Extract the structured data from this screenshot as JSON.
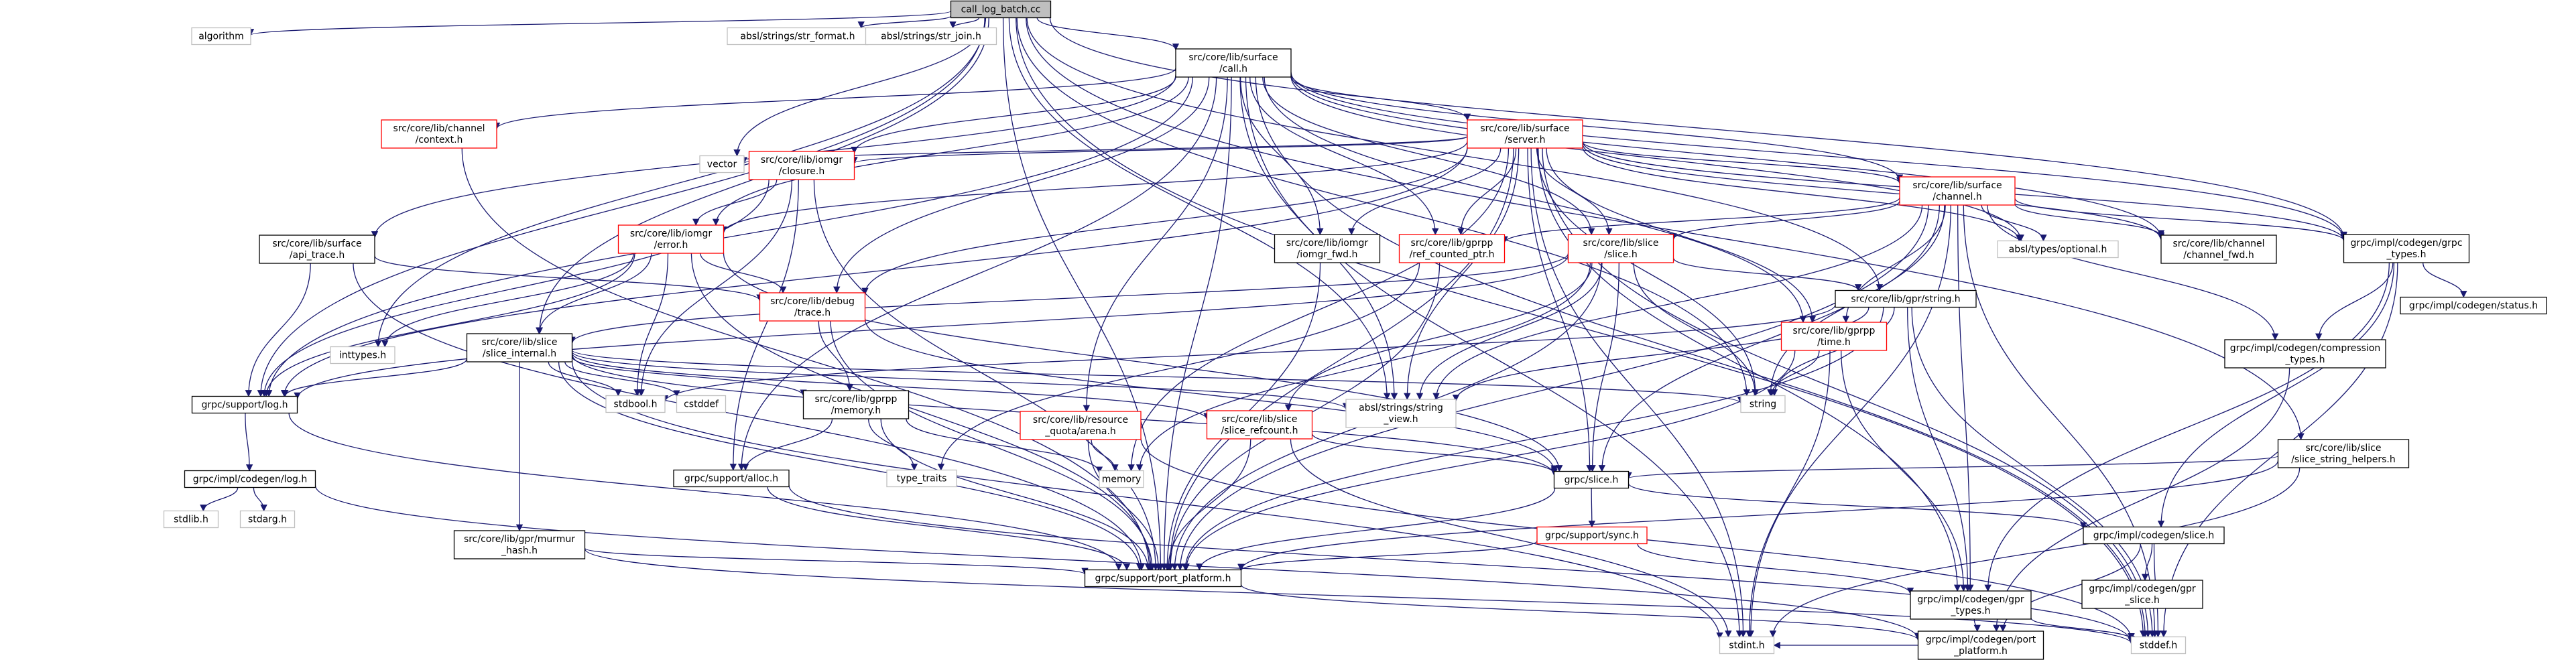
{
  "colors": {
    "edge": "#191970",
    "root_fill": "#bfbfbf",
    "box_border": "#000000",
    "highlight_border": "#ff0000",
    "leaf_border": "#bfbfbf",
    "background": "#ffffff"
  },
  "nodes": [
    {
      "id": "root",
      "lines": [
        "call_log_batch.cc"
      ],
      "style": "root"
    },
    {
      "id": "algorithm",
      "lines": [
        "algorithm"
      ],
      "style": "gray"
    },
    {
      "id": "strfmt",
      "lines": [
        "absl/strings/str_format.h"
      ],
      "style": "gray"
    },
    {
      "id": "strjoin",
      "lines": [
        "absl/strings/str_join.h"
      ],
      "style": "gray"
    },
    {
      "id": "call",
      "lines": [
        "src/core/lib/surface",
        "/call.h"
      ],
      "style": "black"
    },
    {
      "id": "server",
      "lines": [
        "src/core/lib/surface",
        "/server.h"
      ],
      "style": "red"
    },
    {
      "id": "chctx",
      "lines": [
        "src/core/lib/channel",
        "/context.h"
      ],
      "style": "red"
    },
    {
      "id": "apitrace",
      "lines": [
        "src/core/lib/surface",
        "/api_trace.h"
      ],
      "style": "black"
    },
    {
      "id": "inttypes",
      "lines": [
        "inttypes.h"
      ],
      "style": "gray"
    },
    {
      "id": "log",
      "lines": [
        "grpc/support/log.h"
      ],
      "style": "black"
    },
    {
      "id": "closure",
      "lines": [
        "src/core/lib/iomgr",
        "/closure.h"
      ],
      "style": "red"
    },
    {
      "id": "vector",
      "lines": [
        "vector"
      ],
      "style": "gray"
    },
    {
      "id": "error",
      "lines": [
        "src/core/lib/iomgr",
        "/error.h"
      ],
      "style": "red"
    },
    {
      "id": "channel",
      "lines": [
        "src/core/lib/surface",
        "/channel.h"
      ],
      "style": "red"
    },
    {
      "id": "iomgrfwd",
      "lines": [
        "src/core/lib/iomgr",
        "/iomgr_fwd.h"
      ],
      "style": "black"
    },
    {
      "id": "refptr",
      "lines": [
        "src/core/lib/gprpp",
        "/ref_counted_ptr.h"
      ],
      "style": "red"
    },
    {
      "id": "slice",
      "lines": [
        "src/core/lib/slice",
        "/slice.h"
      ],
      "style": "red"
    },
    {
      "id": "optional",
      "lines": [
        "absl/types/optional.h"
      ],
      "style": "gray"
    },
    {
      "id": "chfwd",
      "lines": [
        "src/core/lib/channel",
        "/channel_fwd.h"
      ],
      "style": "black"
    },
    {
      "id": "grpctypes",
      "lines": [
        "grpc/impl/codegen/grpc",
        "_types.h"
      ],
      "style": "black"
    },
    {
      "id": "sliceint",
      "lines": [
        "src/core/lib/slice",
        "/slice_internal.h"
      ],
      "style": "black"
    },
    {
      "id": "debugtrace",
      "lines": [
        "src/core/lib/debug",
        "/trace.h"
      ],
      "style": "red"
    },
    {
      "id": "time",
      "lines": [
        "src/core/lib/gprpp",
        "/time.h"
      ],
      "style": "red"
    },
    {
      "id": "gprstring",
      "lines": [
        "src/core/lib/gpr/string.h"
      ],
      "style": "black"
    },
    {
      "id": "comptypes",
      "lines": [
        "grpc/impl/codegen/compression",
        "_types.h"
      ],
      "style": "black"
    },
    {
      "id": "status",
      "lines": [
        "grpc/impl/codegen/status.h"
      ],
      "style": "black"
    },
    {
      "id": "stdbool",
      "lines": [
        "stdbool.h"
      ],
      "style": "gray"
    },
    {
      "id": "cstddef",
      "lines": [
        "cstddef"
      ],
      "style": "gray"
    },
    {
      "id": "memory_h",
      "lines": [
        "src/core/lib/gprpp",
        "/memory.h"
      ],
      "style": "black"
    },
    {
      "id": "stringview",
      "lines": [
        "absl/strings/string",
        "_view.h"
      ],
      "style": "gray"
    },
    {
      "id": "string",
      "lines": [
        "string"
      ],
      "style": "gray"
    },
    {
      "id": "quota",
      "lines": [
        "src/core/lib/resource",
        "_quota/arena.h"
      ],
      "style": "red"
    },
    {
      "id": "refcount",
      "lines": [
        "src/core/lib/slice",
        "/slice_refcount.h"
      ],
      "style": "red"
    },
    {
      "id": "slicestr",
      "lines": [
        "src/core/lib/slice",
        "/slice_string_helpers.h"
      ],
      "style": "black"
    },
    {
      "id": "gpralloc",
      "lines": [
        "grpc/support/alloc.h"
      ],
      "style": "black"
    },
    {
      "id": "typetraits",
      "lines": [
        "type_traits"
      ],
      "style": "gray"
    },
    {
      "id": "memory",
      "lines": [
        "memory"
      ],
      "style": "gray"
    },
    {
      "id": "grpcslice",
      "lines": [
        "grpc/slice.h"
      ],
      "style": "black"
    },
    {
      "id": "logcodegen",
      "lines": [
        "grpc/impl/codegen/log.h"
      ],
      "style": "black"
    },
    {
      "id": "stdlib",
      "lines": [
        "stdlib.h"
      ],
      "style": "gray"
    },
    {
      "id": "stdarg",
      "lines": [
        "stdarg.h"
      ],
      "style": "gray"
    },
    {
      "id": "murmur",
      "lines": [
        "src/core/lib/gpr/murmur",
        "_hash.h"
      ],
      "style": "black"
    },
    {
      "id": "sync",
      "lines": [
        "grpc/support/sync.h"
      ],
      "style": "red"
    },
    {
      "id": "slicecodegen",
      "lines": [
        "grpc/impl/codegen/slice.h"
      ],
      "style": "black"
    },
    {
      "id": "portplat",
      "lines": [
        "grpc/support/port_platform.h"
      ],
      "style": "black"
    },
    {
      "id": "gprtypes",
      "lines": [
        "grpc/impl/codegen/gpr",
        "_types.h"
      ],
      "style": "black"
    },
    {
      "id": "gprslice",
      "lines": [
        "grpc/impl/codegen/gpr",
        "_slice.h"
      ],
      "style": "black"
    },
    {
      "id": "codegenport",
      "lines": [
        "grpc/impl/codegen/port",
        "_platform.h"
      ],
      "style": "black"
    },
    {
      "id": "stddef",
      "lines": [
        "stddef.h"
      ],
      "style": "gray"
    },
    {
      "id": "stdint",
      "lines": [
        "stdint.h"
      ],
      "style": "gray"
    }
  ],
  "edges": [
    [
      "root",
      "algorithm"
    ],
    [
      "root",
      "strfmt"
    ],
    [
      "root",
      "strjoin"
    ],
    [
      "root",
      "call"
    ],
    [
      "root",
      "vector"
    ],
    [
      "root",
      "inttypes"
    ],
    [
      "root",
      "log"
    ],
    [
      "root",
      "sliceint"
    ],
    [
      "root",
      "grpctypes"
    ],
    [
      "root",
      "portplat"
    ],
    [
      "root",
      "string"
    ],
    [
      "root",
      "slicestr"
    ],
    [
      "root",
      "gprstring"
    ],
    [
      "root",
      "stringview"
    ],
    [
      "root",
      "stddef"
    ],
    [
      "call",
      "server"
    ],
    [
      "call",
      "chctx"
    ],
    [
      "call",
      "apitrace"
    ],
    [
      "call",
      "closure"
    ],
    [
      "call",
      "error"
    ],
    [
      "call",
      "channel"
    ],
    [
      "call",
      "iomgrfwd"
    ],
    [
      "call",
      "refptr"
    ],
    [
      "call",
      "slice"
    ],
    [
      "call",
      "optional"
    ],
    [
      "call",
      "chfwd"
    ],
    [
      "call",
      "grpctypes"
    ],
    [
      "call",
      "debugtrace"
    ],
    [
      "call",
      "time"
    ],
    [
      "call",
      "quota"
    ],
    [
      "call",
      "log"
    ],
    [
      "call",
      "gpralloc"
    ],
    [
      "call",
      "portplat"
    ],
    [
      "call",
      "stringview"
    ],
    [
      "call",
      "stdint"
    ],
    [
      "call",
      "stddef"
    ],
    [
      "server",
      "closure"
    ],
    [
      "server",
      "vector"
    ],
    [
      "server",
      "error"
    ],
    [
      "server",
      "channel"
    ],
    [
      "server",
      "iomgrfwd"
    ],
    [
      "server",
      "refptr"
    ],
    [
      "server",
      "slice"
    ],
    [
      "server",
      "optional"
    ],
    [
      "server",
      "chfwd"
    ],
    [
      "server",
      "grpctypes"
    ],
    [
      "server",
      "debugtrace"
    ],
    [
      "server",
      "time"
    ],
    [
      "server",
      "log"
    ],
    [
      "server",
      "portplat"
    ],
    [
      "server",
      "memory"
    ],
    [
      "server",
      "string"
    ],
    [
      "server",
      "grpcslice"
    ],
    [
      "server",
      "gprtypes"
    ],
    [
      "server",
      "stddef"
    ],
    [
      "server",
      "stdint"
    ],
    [
      "server",
      "stringview"
    ],
    [
      "chctx",
      "portplat"
    ],
    [
      "apitrace",
      "debugtrace"
    ],
    [
      "apitrace",
      "log"
    ],
    [
      "apitrace",
      "portplat"
    ],
    [
      "closure",
      "error"
    ],
    [
      "closure",
      "gpralloc"
    ],
    [
      "closure",
      "log"
    ],
    [
      "closure",
      "portplat"
    ],
    [
      "closure",
      "stdbool"
    ],
    [
      "error",
      "inttypes"
    ],
    [
      "error",
      "stdbool"
    ],
    [
      "error",
      "sliceint"
    ],
    [
      "error",
      "debugtrace"
    ],
    [
      "error",
      "log"
    ],
    [
      "error",
      "portplat"
    ],
    [
      "error",
      "grpcslice"
    ],
    [
      "channel",
      "slice"
    ],
    [
      "channel",
      "refptr"
    ],
    [
      "channel",
      "optional"
    ],
    [
      "channel",
      "chfwd"
    ],
    [
      "channel",
      "grpctypes"
    ],
    [
      "channel",
      "time"
    ],
    [
      "channel",
      "comptypes"
    ],
    [
      "channel",
      "string"
    ],
    [
      "channel",
      "stringview"
    ],
    [
      "channel",
      "portplat"
    ],
    [
      "channel",
      "grpcslice"
    ],
    [
      "channel",
      "gprtypes"
    ],
    [
      "channel",
      "stddef"
    ],
    [
      "channel",
      "stdint"
    ],
    [
      "iomgrfwd",
      "portplat"
    ],
    [
      "refptr",
      "portplat"
    ],
    [
      "refptr",
      "typetraits"
    ],
    [
      "slice",
      "sliceint"
    ],
    [
      "slice",
      "refcount"
    ],
    [
      "slice",
      "gprstring"
    ],
    [
      "slice",
      "stringview"
    ],
    [
      "slice",
      "string"
    ],
    [
      "slice",
      "grpcslice"
    ],
    [
      "slice",
      "portplat"
    ],
    [
      "slice",
      "memory"
    ],
    [
      "slice",
      "log"
    ],
    [
      "grpctypes",
      "comptypes"
    ],
    [
      "grpctypes",
      "status"
    ],
    [
      "grpctypes",
      "gprtypes"
    ],
    [
      "grpctypes",
      "slicecodegen"
    ],
    [
      "grpctypes",
      "stddef"
    ],
    [
      "sliceint",
      "stdbool"
    ],
    [
      "sliceint",
      "cstddef"
    ],
    [
      "sliceint",
      "memory_h"
    ],
    [
      "sliceint",
      "murmur"
    ],
    [
      "sliceint",
      "refcount"
    ],
    [
      "sliceint",
      "string"
    ],
    [
      "sliceint",
      "stringview"
    ],
    [
      "sliceint",
      "grpcslice"
    ],
    [
      "sliceint",
      "log"
    ],
    [
      "sliceint",
      "portplat"
    ],
    [
      "sliceint",
      "stdint"
    ],
    [
      "debugtrace",
      "memory_h"
    ],
    [
      "debugtrace",
      "portplat"
    ],
    [
      "debugtrace",
      "grpcslice"
    ],
    [
      "time",
      "stdint"
    ],
    [
      "time",
      "string"
    ],
    [
      "time",
      "portplat"
    ],
    [
      "time",
      "gprtypes"
    ],
    [
      "gprstring",
      "stdbool"
    ],
    [
      "gprstring",
      "string"
    ],
    [
      "gprstring",
      "stringview"
    ],
    [
      "gprstring",
      "stddef"
    ],
    [
      "gprstring",
      "portplat"
    ],
    [
      "gprstring",
      "gprtypes"
    ],
    [
      "comptypes",
      "codegenport"
    ],
    [
      "memory_h",
      "gpralloc"
    ],
    [
      "memory_h",
      "typetraits"
    ],
    [
      "memory_h",
      "memory"
    ],
    [
      "memory_h",
      "portplat"
    ],
    [
      "quota",
      "memory"
    ],
    [
      "quota",
      "portplat"
    ],
    [
      "quota",
      "stddef"
    ],
    [
      "refcount",
      "grpcslice"
    ],
    [
      "refcount",
      "portplat"
    ],
    [
      "refcount",
      "stdint"
    ],
    [
      "slicestr",
      "grpcslice"
    ],
    [
      "slicestr",
      "portplat"
    ],
    [
      "slicestr",
      "stdint"
    ],
    [
      "gpralloc",
      "portplat"
    ],
    [
      "gpralloc",
      "stddef"
    ],
    [
      "grpcslice",
      "sync"
    ],
    [
      "grpcslice",
      "slicecodegen"
    ],
    [
      "grpcslice",
      "portplat"
    ],
    [
      "log",
      "logcodegen"
    ],
    [
      "log",
      "portplat"
    ],
    [
      "logcodegen",
      "stdlib"
    ],
    [
      "logcodegen",
      "stdarg"
    ],
    [
      "logcodegen",
      "codegenport"
    ],
    [
      "murmur",
      "portplat"
    ],
    [
      "murmur",
      "stddef"
    ],
    [
      "sync",
      "gprtypes"
    ],
    [
      "sync",
      "portplat"
    ],
    [
      "slicecodegen",
      "gprslice"
    ],
    [
      "slicecodegen",
      "codegenport"
    ],
    [
      "slicecodegen",
      "stddef"
    ],
    [
      "portplat",
      "codegenport"
    ],
    [
      "gprtypes",
      "codegenport"
    ],
    [
      "gprtypes",
      "stddef"
    ],
    [
      "codegenport",
      "stdint"
    ]
  ]
}
